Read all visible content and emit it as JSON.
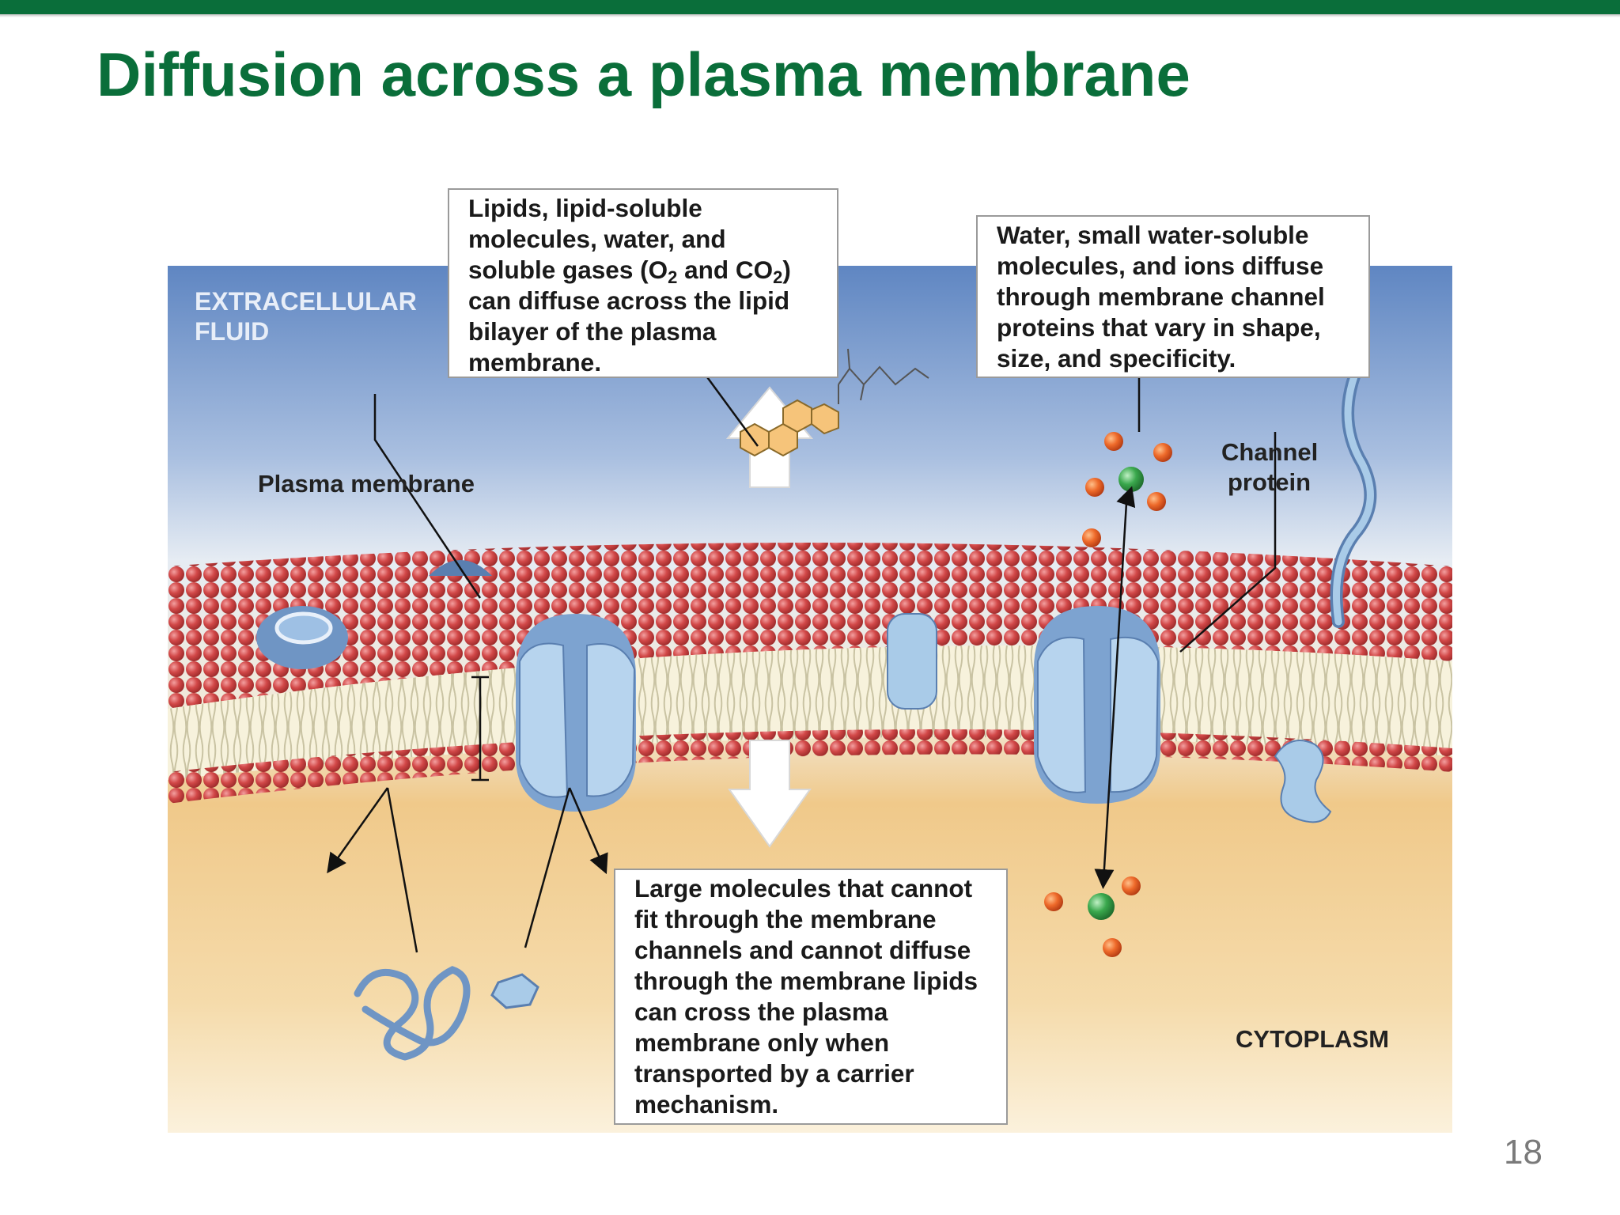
{
  "slide": {
    "title": "Diffusion across a plasma membrane",
    "page_number": "18"
  },
  "colors": {
    "accent_green": "#0a6e3a",
    "extracellular_blue": "#6f93c8",
    "cytoplasm_tan": "#f0c98a",
    "phospholipid_head": "#c63b3b",
    "protein_blue": "#8fb6dc",
    "steroid_orange": "#f6c47a"
  },
  "diagram": {
    "region_labels": {
      "extracellular_line1": "EXTRACELLULAR",
      "extracellular_line2": "FLUID",
      "cytoplasm": "CYTOPLASM"
    },
    "structure_labels": {
      "plasma_membrane": "Plasma membrane",
      "channel_protein_line1": "Channel",
      "channel_protein_line2": "protein"
    },
    "callouts": {
      "lipid": {
        "line1": "Lipids, lipid-soluble",
        "line2": "molecules, water, and",
        "line3_prefix": "soluble gases (O",
        "line3_sub1": "2",
        "line3_mid": " and CO",
        "line3_sub2": "2",
        "line3_suffix": ")",
        "line4": "can diffuse across the lipid",
        "line5": "bilayer of the plasma",
        "line6": "membrane."
      },
      "channel": {
        "lines": [
          "Water, small water-soluble",
          "molecules, and ions diffuse",
          "through membrane channel",
          "proteins that vary in shape,",
          "size, and specificity."
        ]
      },
      "carrier": {
        "lines": [
          "Large molecules that cannot",
          "fit through the membrane",
          "channels and cannot diffuse",
          "through the membrane lipids",
          "can cross the plasma",
          "membrane only when",
          "transported by a carrier",
          "mechanism."
        ]
      }
    }
  }
}
